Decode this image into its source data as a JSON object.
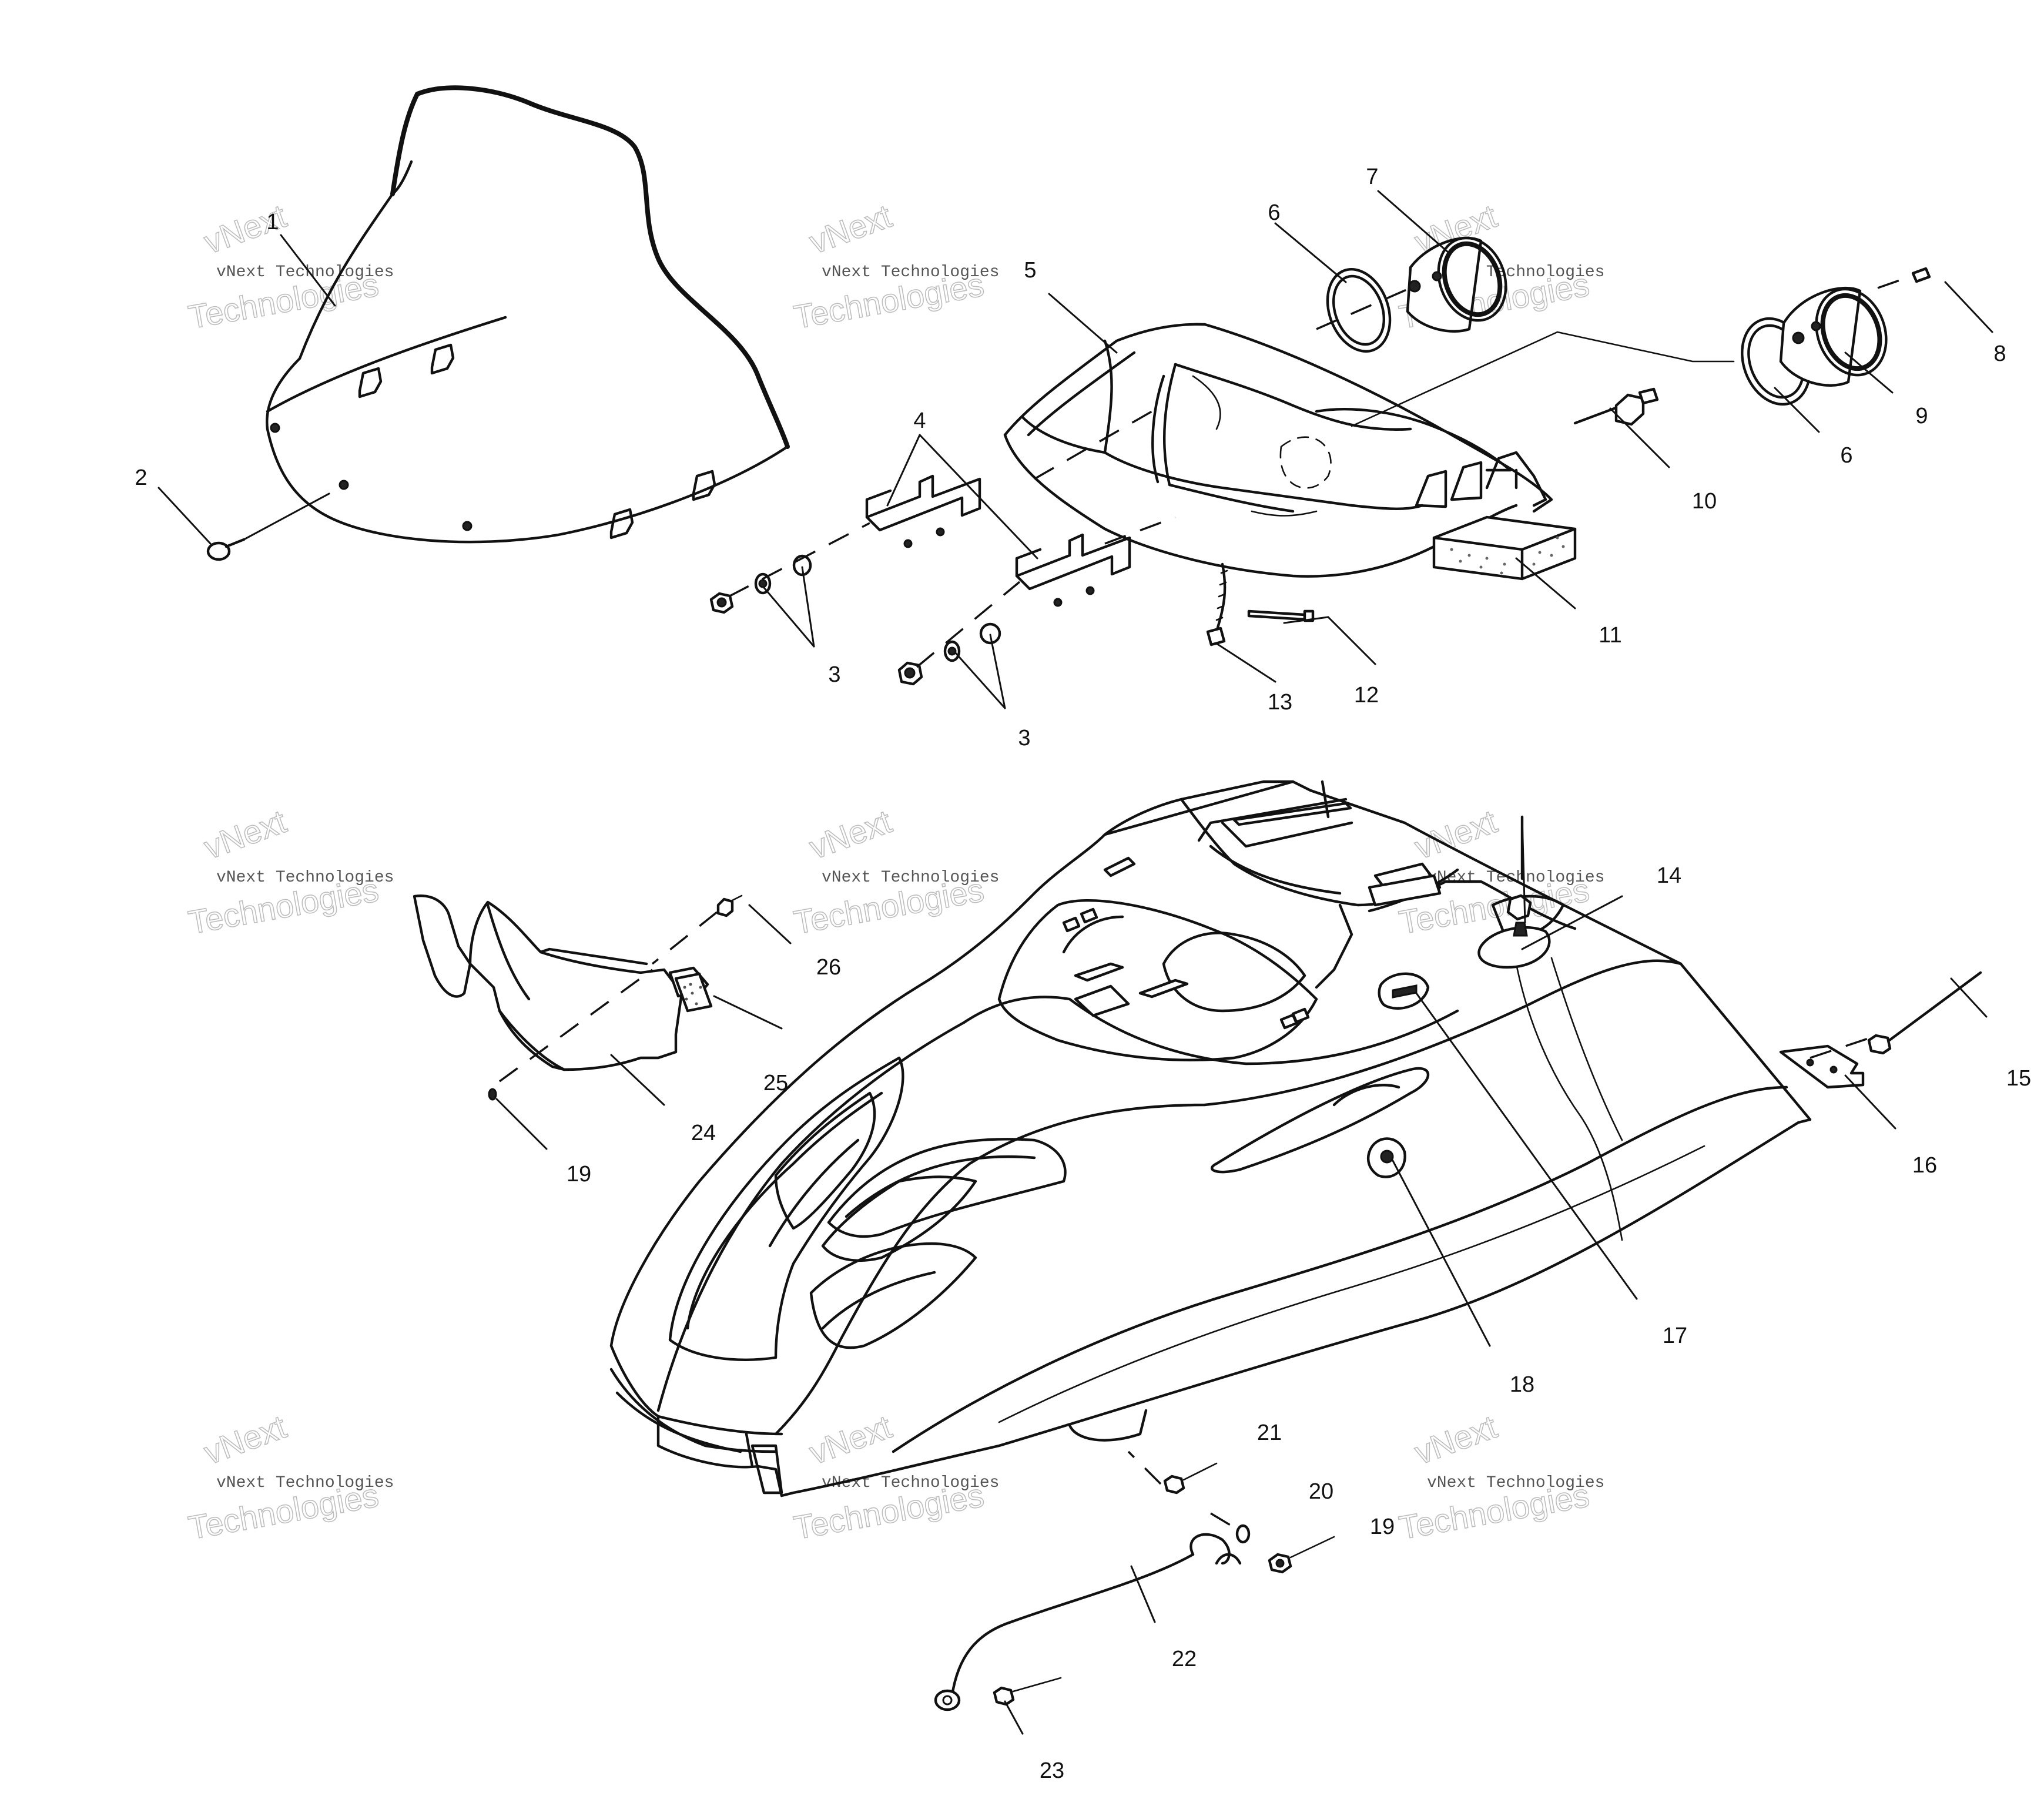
{
  "watermark": {
    "text": "vNext Technologies",
    "word_top": "vNext",
    "word_bottom": "Technologies"
  },
  "callouts": {
    "c1": "1",
    "c2": "2",
    "c3a": "3",
    "c3b": "3",
    "c4": "4",
    "c5": "5",
    "c6a": "6",
    "c6b": "6",
    "c7": "7",
    "c8": "8",
    "c9": "9",
    "c10": "10",
    "c11": "11",
    "c12": "12",
    "c13": "13",
    "c14": "14",
    "c15": "15",
    "c16": "16",
    "c17": "17",
    "c18": "18",
    "c19a": "19",
    "c19b": "19",
    "c20": "20",
    "c21": "21",
    "c22": "22",
    "c23": "23",
    "c24": "24",
    "c25": "25",
    "c26": "26"
  }
}
